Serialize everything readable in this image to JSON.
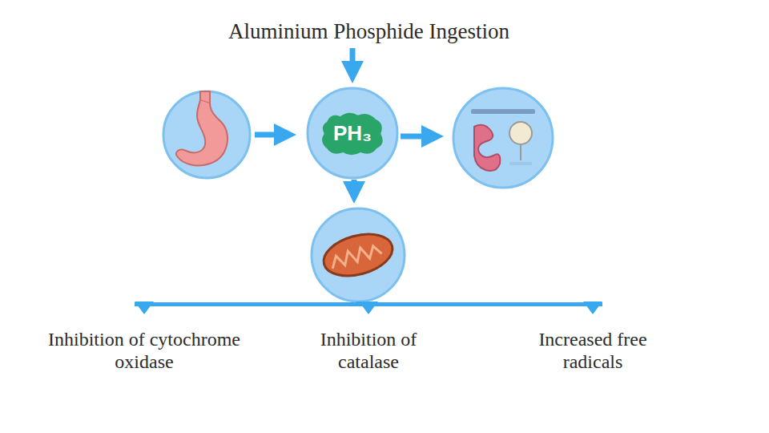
{
  "diagram": {
    "title": "Aluminium Phosphide Ingestion",
    "nodes": [
      {
        "text": [
          "PH₃"
        ]
      }
    ],
    "labels": [
      "Inhibition of cytochrome oxidase",
      "Inhibition of catalase",
      "Increased free radicals"
    ]
  }
}
